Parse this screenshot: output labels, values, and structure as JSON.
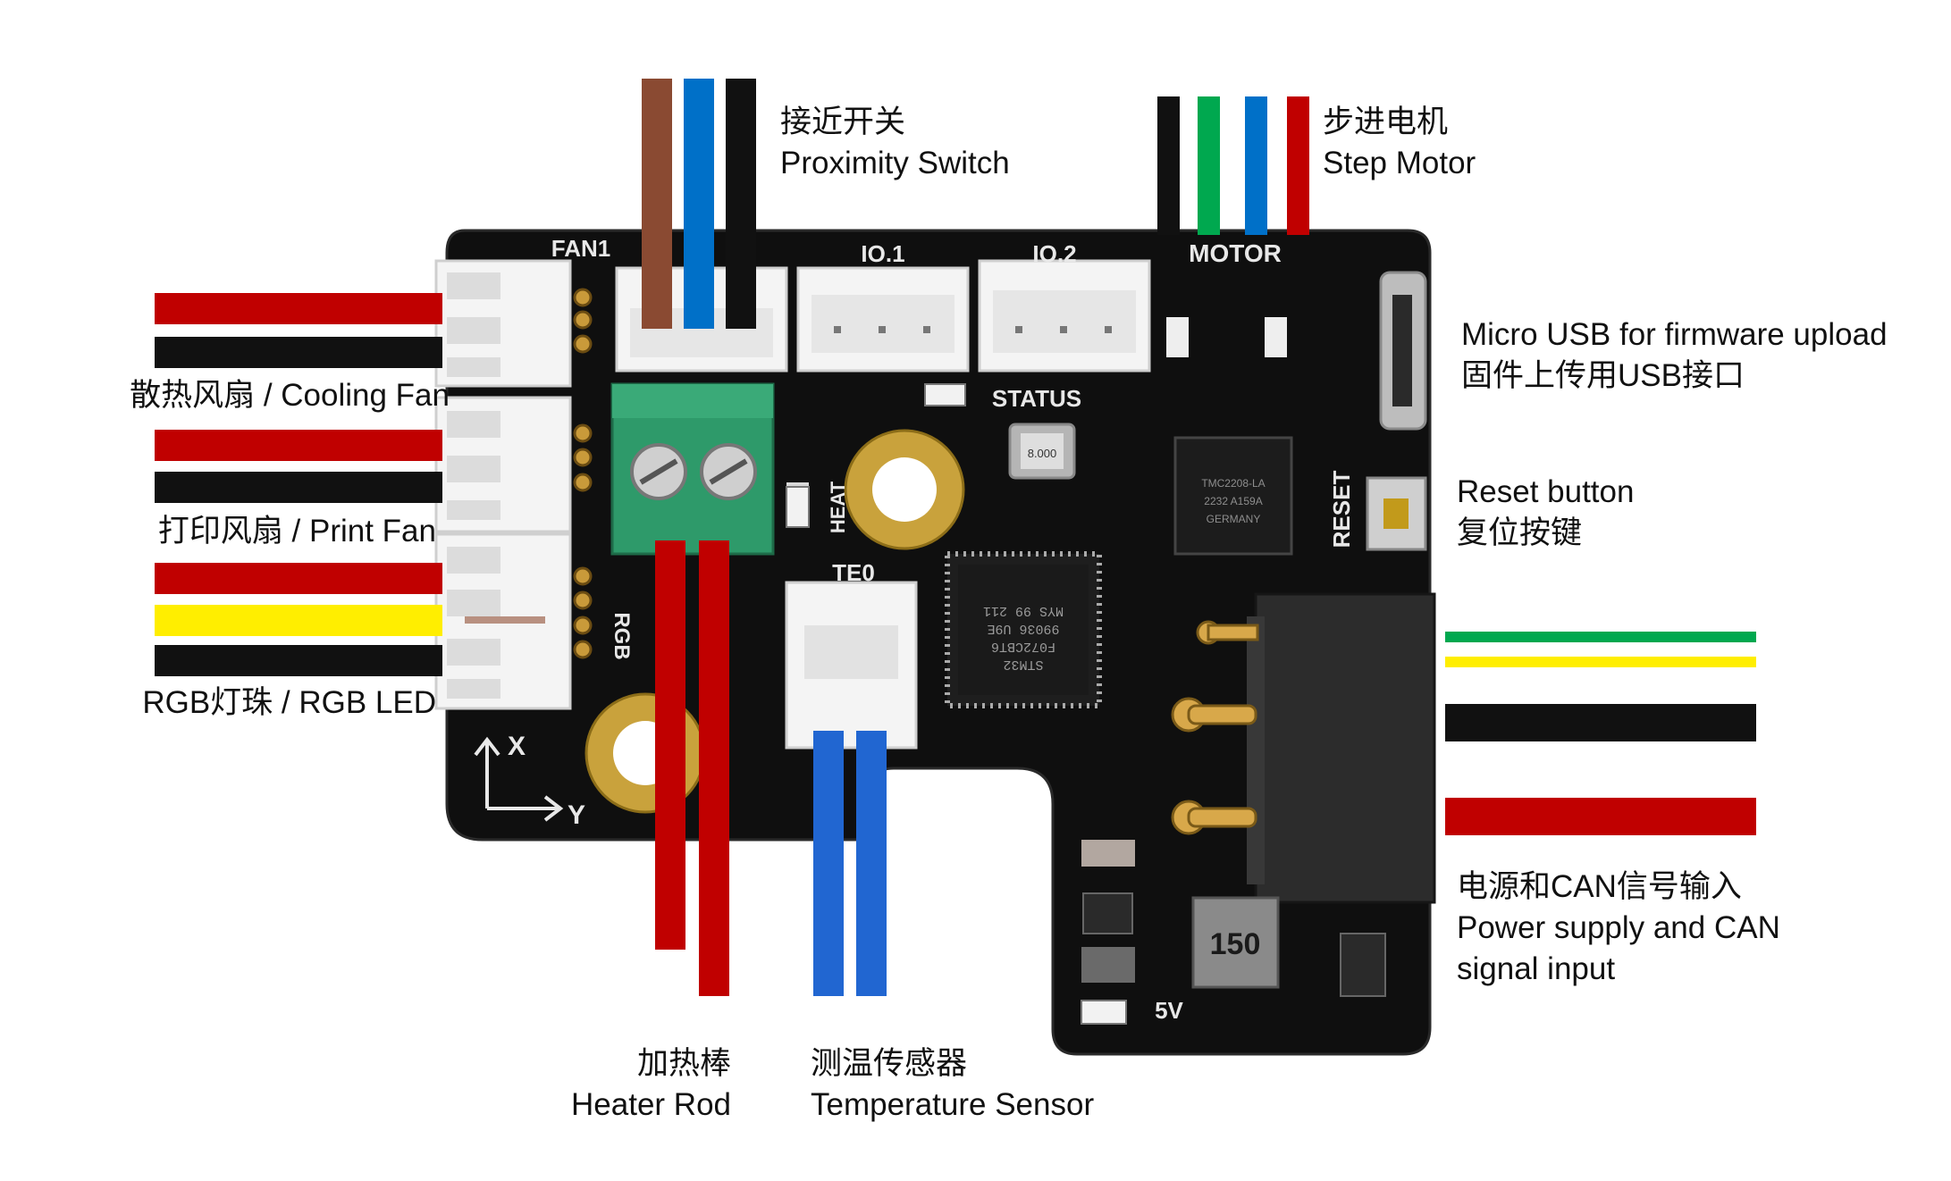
{
  "labels": {
    "proximity_switch": {
      "zh": "接近开关",
      "en": "Proximity Switch"
    },
    "step_motor": {
      "zh": "步进电机",
      "en": "Step Motor"
    },
    "usb": {
      "en": "Micro USB for firmware upload",
      "zh": "固件上传用USB接口"
    },
    "reset": {
      "en": "Reset button",
      "zh": "复位按键"
    },
    "power": {
      "zh": "电源和CAN信号输入",
      "en1": "Power supply and CAN",
      "en2": "signal input"
    },
    "cooling_fan": "散热风扇 / Cooling Fan",
    "print_fan": "打印风扇 / Print Fan",
    "rgb_led": "RGB灯珠 / RGB LED",
    "heater_rod": {
      "zh": "加热棒",
      "en": "Heater Rod"
    },
    "temp_sensor": {
      "zh": "测温传感器",
      "en": "Temperature Sensor"
    }
  },
  "silkscreen": {
    "fan1": "FAN1",
    "io1": "IO.1",
    "io2": "IO.2",
    "motor": "MOTOR",
    "status": "STATUS",
    "heat": "HEAT",
    "te0": "TE0",
    "rgb": "RGB",
    "reset": "RESET",
    "five_v": "5V",
    "axis_x": "X",
    "axis_y": "Y",
    "crystal": "8.000",
    "inductor": "150",
    "mcu_text": [
      "STM32",
      "F072CBT6",
      "99036 U9E",
      "MYS 99 211"
    ],
    "driver_text": [
      "TMC2208-LA",
      "2232 A159A",
      "GERMANY"
    ]
  },
  "wire_colors": {
    "red": "#c00000",
    "black": "#111111",
    "brown": "#8a4a32",
    "blue": "#0070c8",
    "green": "#00a84f",
    "yellow": "#ffee00",
    "sensor_blue": "#2166d1"
  }
}
